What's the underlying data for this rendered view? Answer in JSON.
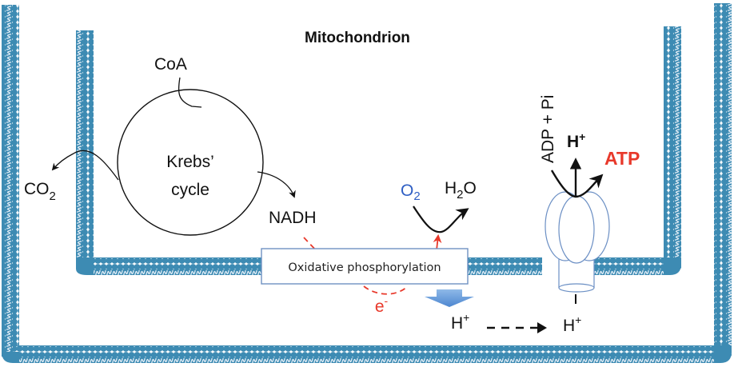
{
  "diagram": {
    "title": "Mitochondrion",
    "labels": {
      "coa": "CoA",
      "krebs_line1": "Krebs’",
      "krebs_line2": "cycle",
      "co2_main": "CO",
      "co2_sub": "2",
      "nadh": "NADH",
      "o2_main": "O",
      "o2_sub": "2",
      "h2o_h": "H",
      "h2o_sub": "2",
      "h2o_o": "O",
      "oxphos": "Oxidative phosphorylation",
      "electron_main": "e",
      "electron_sup": "-",
      "proton_left_main": "H",
      "proton_left_sup": "+",
      "proton_right_main": "H",
      "proton_right_sup": "+",
      "proton_top_main": "H",
      "proton_top_sup": "+",
      "adp_pi": "ADP + Pi",
      "atp": "ATP"
    },
    "colors": {
      "membrane": "#3d8bb3",
      "membrane_core": "#dbe9f4",
      "oxygen": "#2f5fc4",
      "atp": "#e8392b",
      "electron": "#e8392b",
      "synthase_outline": "#6b8fc4",
      "box_border": "#6f91c2",
      "proton_arrow": "#5b93d6"
    }
  }
}
